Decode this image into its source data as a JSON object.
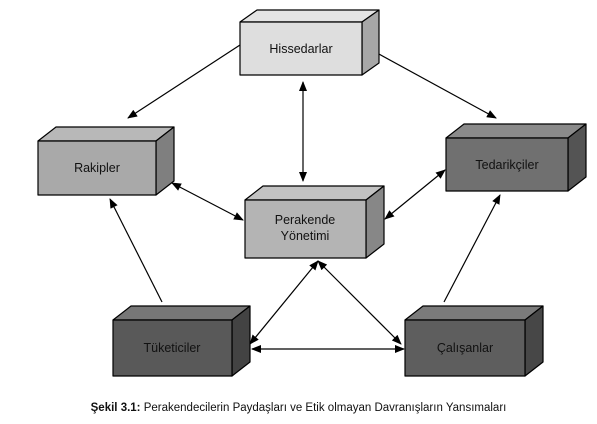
{
  "nodes": {
    "hissedarlar": {
      "label": "Hissedarlar",
      "color": "#dedede"
    },
    "rakipler": {
      "label": "Rakipler",
      "color": "#a9a9a9"
    },
    "tedarikciler": {
      "label": "Tedarikçiler",
      "color": "#707070"
    },
    "perakende": {
      "label_line1": "Perakende",
      "label_line2": "Yönetimi",
      "color": "#b4b4b4"
    },
    "tuketiciler": {
      "label": "Tüketiciler",
      "color": "#595959"
    },
    "calisanlar": {
      "label": "Çalışanlar",
      "color": "#5e5e5e"
    }
  },
  "caption": {
    "prefix": "Şekil 3.1:",
    "text": " Perakendecilerin Paydaşları ve Etik olmayan Davranışların Yansımaları"
  }
}
